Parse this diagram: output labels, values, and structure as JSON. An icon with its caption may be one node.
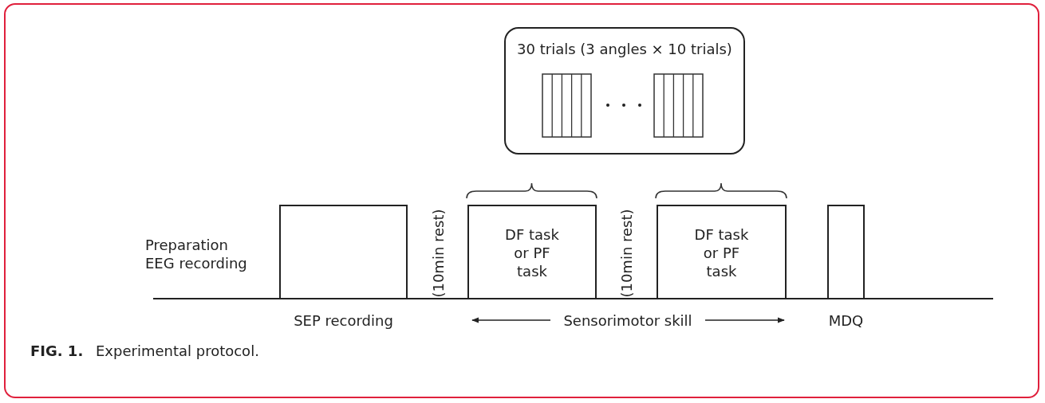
{
  "diagram": {
    "caption": "**FIG. 1.** Experimental protocol.",
    "nodes": [
      {
        "text": [
          "30 trials (3 angles × 10 trials)"
        ]
      },
      {
        "text": [],
        "shape": "box",
        "beside": [
          "SEP recording"
        ]
      },
      {
        "text": [
          "DF task or PF task"
        ]
      },
      {
        "text": [
          "DF task or PF task"
        ]
      },
      {
        "text": [],
        "shape": "box",
        "beside": [
          "MDQ"
        ]
      }
    ],
    "labels": [
      "Preparation EEG recording",
      "(10min rest)",
      "(10min rest)",
      "Sensorimotor skill"
    ]
  }
}
